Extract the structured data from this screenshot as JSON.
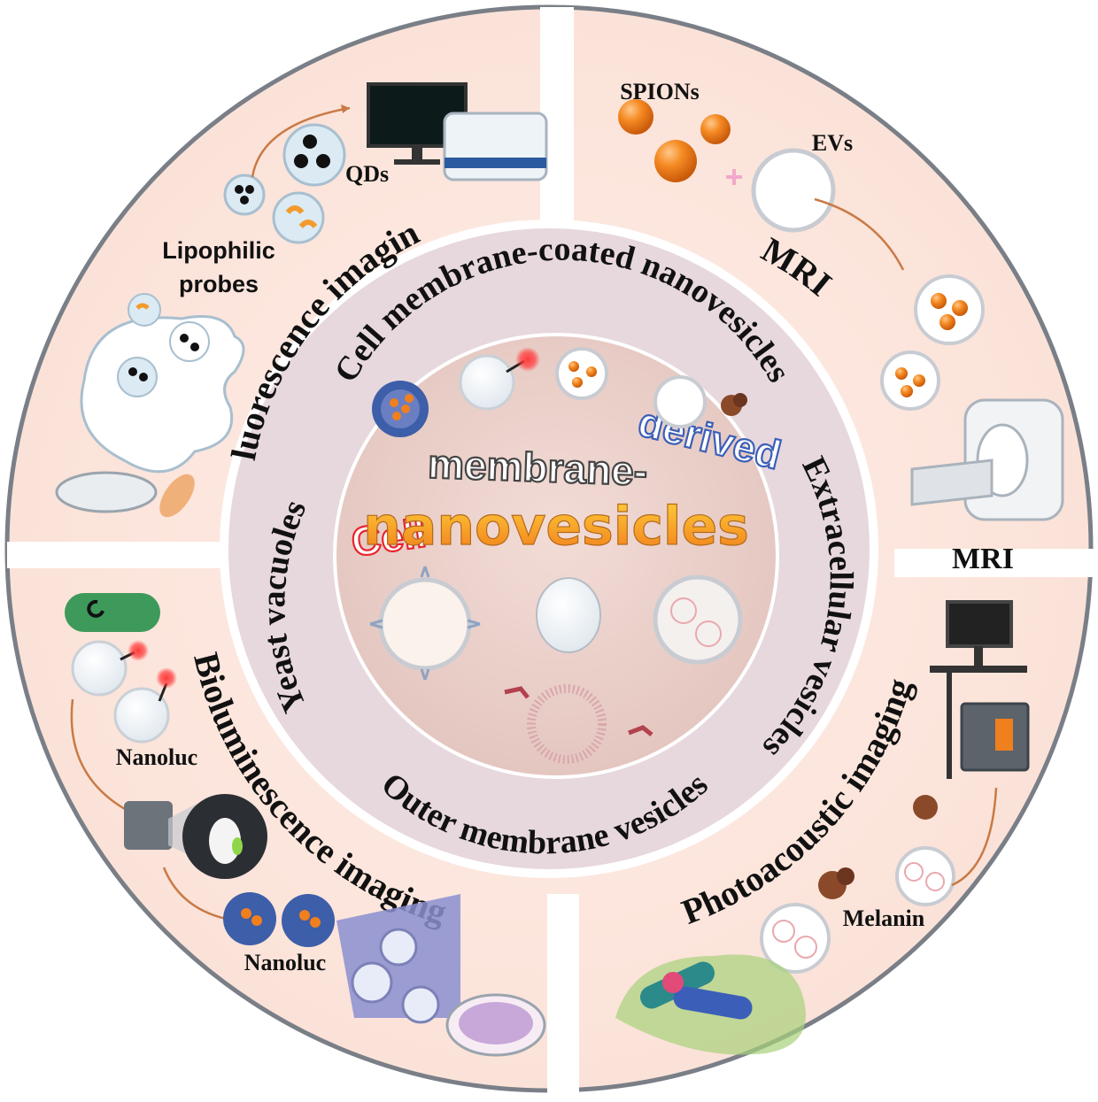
{
  "outer_ring": {
    "fluorescence": "Fluorescence imaging",
    "mri_top": "MRI",
    "bioluminescence": "Bioluminescence imaging",
    "photoacoustic": "Photoacoustic imaging"
  },
  "middle_ring": {
    "cell_membrane_coated": "Cell membrane-coated nanovesicles",
    "extracellular": "Extracellular vesicles",
    "outer_membrane": "Outer membrane vesicles",
    "yeast": "Yeast vacuoles"
  },
  "center": {
    "word_cell": "Cell",
    "word_membrane": "membrane-",
    "word_derived": "derived",
    "word_nanovesicles": "nanovesicles"
  },
  "callouts": {
    "qds": "QDs",
    "lipophilic_1": "Lipophilic",
    "lipophilic_2": "probes",
    "spions": "SPIONs",
    "evs": "EVs",
    "mri_right": "MRI",
    "nanoluc_top": "Nanoluc",
    "nanoluc_bottom": "Nanoluc",
    "melanin": "Melanin"
  },
  "colors": {
    "outer_ring": "#fde9e1",
    "middle_ring": "#e6d7dc",
    "center": "#e8cfc9",
    "spion_orange": "#f07f1e",
    "cell_red": "#e8242d",
    "derived_blue": "#3b5fb8",
    "nano_orange": "#f39a2b"
  }
}
